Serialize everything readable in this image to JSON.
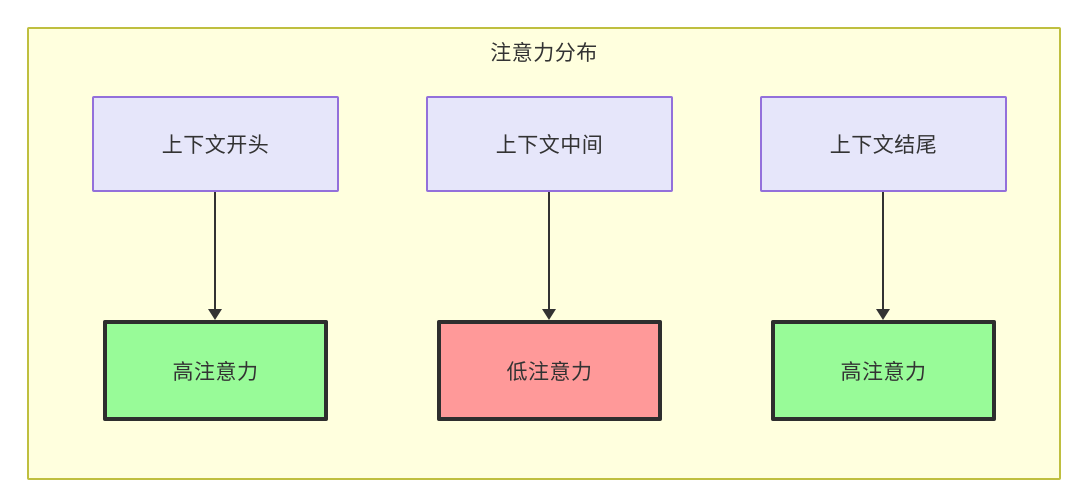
{
  "diagram": {
    "title": "注意力分布",
    "type": "flowchart",
    "container": {
      "label": "注意力分布",
      "fill_color": "#ffffde",
      "border_color": "#bfbf3f"
    },
    "nodes": [
      {
        "id": "context-start",
        "label": "上下文开头",
        "row": "top",
        "fill_color": "#e6e6fa",
        "border_color": "#9370db"
      },
      {
        "id": "context-middle",
        "label": "上下文中间",
        "row": "top",
        "fill_color": "#e6e6fa",
        "border_color": "#9370db"
      },
      {
        "id": "context-end",
        "label": "上下文结尾",
        "row": "top",
        "fill_color": "#e6e6fa",
        "border_color": "#9370db"
      },
      {
        "id": "attention-high-start",
        "label": "高注意力",
        "row": "bottom",
        "fill_color": "#98fb98",
        "border_color": "#2e2e2e"
      },
      {
        "id": "attention-low-middle",
        "label": "低注意力",
        "row": "bottom",
        "fill_color": "#ff9999",
        "border_color": "#2e2e2e"
      },
      {
        "id": "attention-high-end",
        "label": "高注意力",
        "row": "bottom",
        "fill_color": "#98fb98",
        "border_color": "#2e2e2e"
      }
    ],
    "edges": [
      {
        "from": "context-start",
        "to": "attention-high-start",
        "label": ""
      },
      {
        "from": "context-middle",
        "to": "attention-low-middle",
        "label": ""
      },
      {
        "from": "context-end",
        "to": "attention-high-end",
        "label": ""
      }
    ]
  }
}
